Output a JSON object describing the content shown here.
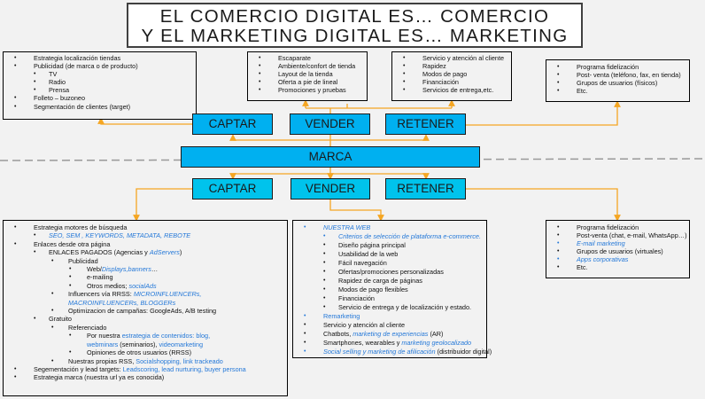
{
  "title": {
    "line1": "EL COMERCIO DIGITAL ES… COMERCIO",
    "line2": "Y EL MARKETING DIGITAL ES… MARKETING"
  },
  "colors": {
    "box_blue": "#00b0f0",
    "box_blue_light": "#00c3ec",
    "connector": "#f5a623",
    "link_text": "#2478d8",
    "divider": "#999999"
  },
  "top_row": {
    "captar": "CAPTAR",
    "vender": "VENDER",
    "retener": "RETENER"
  },
  "marca": "MARCA",
  "bottom_row": {
    "captar": "CAPTAR",
    "vender": "VENDER",
    "retener": "RETENER"
  },
  "boxes": {
    "top_captar": [
      {
        "l": 0,
        "p": [
          [
            "Estrategia localización tiendas"
          ]
        ]
      },
      {
        "l": 0,
        "p": [
          [
            "Publicidad (de marca o de producto)"
          ]
        ]
      },
      {
        "l": 1,
        "p": [
          [
            "TV"
          ]
        ]
      },
      {
        "l": 1,
        "p": [
          [
            "Radio"
          ]
        ]
      },
      {
        "l": 1,
        "p": [
          [
            "Prensa"
          ]
        ]
      },
      {
        "l": 0,
        "p": [
          [
            "Folleto – buzoneo"
          ]
        ]
      },
      {
        "l": 0,
        "p": [
          [
            "Segmentación de clientes (target)"
          ]
        ]
      }
    ],
    "top_vender_1": [
      {
        "l": 0,
        "p": [
          [
            "Escaparate"
          ]
        ]
      },
      {
        "l": 0,
        "p": [
          [
            "Ambiente/confort de tienda"
          ]
        ]
      },
      {
        "l": 0,
        "p": [
          [
            "Layout de la tienda"
          ]
        ]
      },
      {
        "l": 0,
        "p": [
          [
            "Oferta a pie de lineal"
          ]
        ]
      },
      {
        "l": 0,
        "p": [
          [
            "Promociones y pruebas"
          ]
        ]
      }
    ],
    "top_vender_2": [
      {
        "l": 0,
        "p": [
          [
            "Servicio y atención al cliente"
          ]
        ]
      },
      {
        "l": 0,
        "p": [
          [
            "Rapidez"
          ]
        ]
      },
      {
        "l": 0,
        "p": [
          [
            "Modos de pago"
          ]
        ]
      },
      {
        "l": 0,
        "p": [
          [
            "Financiación"
          ]
        ]
      },
      {
        "l": 0,
        "p": [
          [
            "Servicios de entrega,etc."
          ]
        ]
      }
    ],
    "top_retener": [
      {
        "l": 0,
        "p": [
          [
            "Programa fidelización"
          ]
        ]
      },
      {
        "l": 0,
        "p": [
          [
            "Post- venta (teléfono, fax, en tienda)"
          ]
        ]
      },
      {
        "l": 0,
        "p": [
          [
            "Grupos de usuarios (físicos)"
          ]
        ]
      },
      {
        "l": 0,
        "p": [
          [
            "Etc."
          ]
        ]
      }
    ],
    "bottom_captar": [
      {
        "l": 0,
        "p": [
          [
            "Estrategia motores de búsqueda"
          ]
        ]
      },
      {
        "l": 1,
        "p": [
          [
            "SEO, SEM , KEYWORDS, METADATA, REBOTE",
            "bi"
          ]
        ]
      },
      {
        "l": 0,
        "p": [
          [
            "Enlaces desde otra página"
          ]
        ]
      },
      {
        "l": 1,
        "p": [
          [
            "ENLACES PAGADOS (Agencias y "
          ],
          [
            "AdServers",
            "bi"
          ],
          [
            ")"
          ]
        ]
      },
      {
        "l": 2,
        "p": [
          [
            "Publicidad"
          ]
        ]
      },
      {
        "l": 3,
        "p": [
          [
            "Web/"
          ],
          [
            "Displays,banners",
            "bi"
          ],
          [
            "…"
          ]
        ]
      },
      {
        "l": 3,
        "p": [
          [
            "e-mailing"
          ]
        ]
      },
      {
        "l": 3,
        "p": [
          [
            "Otros medios; "
          ],
          [
            "socialAds",
            "bi"
          ]
        ]
      },
      {
        "l": 2,
        "p": [
          [
            "Influencers vía RRSS: "
          ],
          [
            "MICROINFLUENCERs,",
            "bi"
          ]
        ]
      },
      {
        "l": 2,
        "c": true,
        "p": [
          [
            "MACROINFLUENCERs, BLOGGERs",
            "bi"
          ]
        ]
      },
      {
        "l": 2,
        "p": [
          [
            "Optimizacion de campañas: GoogleAds, A/B testing"
          ]
        ]
      },
      {
        "l": 1,
        "p": [
          [
            "Gratuito"
          ]
        ]
      },
      {
        "l": 2,
        "p": [
          [
            "Referenciado"
          ]
        ]
      },
      {
        "l": 3,
        "p": [
          [
            "Por nuestra "
          ],
          [
            "estrategia de contenidos: blog,",
            "b"
          ]
        ]
      },
      {
        "l": 3,
        "c": true,
        "p": [
          [
            "webminars",
            "b"
          ],
          [
            " (seminarios), "
          ],
          [
            "videomarketing",
            "b"
          ]
        ]
      },
      {
        "l": 3,
        "p": [
          [
            "Opiniones de otros usuarios (RRSS)"
          ]
        ]
      },
      {
        "l": 2,
        "p": [
          [
            "Nuestras propias RSS, "
          ],
          [
            "Socialshopping, link trackeado",
            "b"
          ]
        ]
      },
      {
        "l": 0,
        "p": [
          [
            "Segementación y lead targets: "
          ],
          [
            "Leadscoring, lead nurturing, buyer persona",
            "b"
          ]
        ]
      },
      {
        "l": 0,
        "p": [
          [
            "Estrategia marca (nuestra url ya es conocida)"
          ]
        ]
      }
    ],
    "bottom_vender": [
      {
        "l": 0,
        "p": [
          [
            "NUESTRA WEB",
            "bi"
          ]
        ]
      },
      {
        "l": 1,
        "p": [
          [
            "Criterios de selección de plataforma e-commerce.",
            "bi"
          ]
        ]
      },
      {
        "l": 1,
        "p": [
          [
            "Diseño página principal"
          ]
        ]
      },
      {
        "l": 1,
        "p": [
          [
            "Usabilidad de la web"
          ]
        ]
      },
      {
        "l": 1,
        "p": [
          [
            "Fácil navegación"
          ]
        ]
      },
      {
        "l": 1,
        "p": [
          [
            "Ofertas/promociones personalizadas"
          ]
        ]
      },
      {
        "l": 1,
        "p": [
          [
            "Rapidez de carga de páginas"
          ]
        ]
      },
      {
        "l": 1,
        "p": [
          [
            "Modos de pago flexibles"
          ]
        ]
      },
      {
        "l": 1,
        "p": [
          [
            "Financiación"
          ]
        ]
      },
      {
        "l": 1,
        "p": [
          [
            "Servicio de entrega y de localización y estado."
          ]
        ]
      },
      {
        "l": 0,
        "p": [
          [
            "Remarketing",
            "b"
          ]
        ]
      },
      {
        "l": 0,
        "p": [
          [
            "Servicio y atención al cliente"
          ]
        ]
      },
      {
        "l": 0,
        "p": [
          [
            "Chatbots, "
          ],
          [
            "marketing de experiencias",
            "bi"
          ],
          [
            " (AR)"
          ]
        ]
      },
      {
        "l": 0,
        "p": [
          [
            "Smartphones, wearables y "
          ],
          [
            "marketing geolocalizado",
            "bi"
          ]
        ]
      },
      {
        "l": 0,
        "p": [
          [
            "Social selling y marketing de afilicación",
            "bi"
          ],
          [
            " (distribuidor digital)"
          ]
        ]
      }
    ],
    "bottom_retener": [
      {
        "l": 0,
        "p": [
          [
            "Programa fidelización"
          ]
        ]
      },
      {
        "l": 0,
        "p": [
          [
            "Post-venta (chat, e-mail, WhatsApp…)"
          ]
        ]
      },
      {
        "l": 0,
        "p": [
          [
            "E-mail marketing",
            "bi"
          ]
        ]
      },
      {
        "l": 0,
        "p": [
          [
            "Grupos de usuarios (virtuales)"
          ]
        ]
      },
      {
        "l": 0,
        "p": [
          [
            "Apps corporativas",
            "bi"
          ]
        ]
      },
      {
        "l": 0,
        "p": [
          [
            "Etc."
          ]
        ]
      }
    ]
  }
}
